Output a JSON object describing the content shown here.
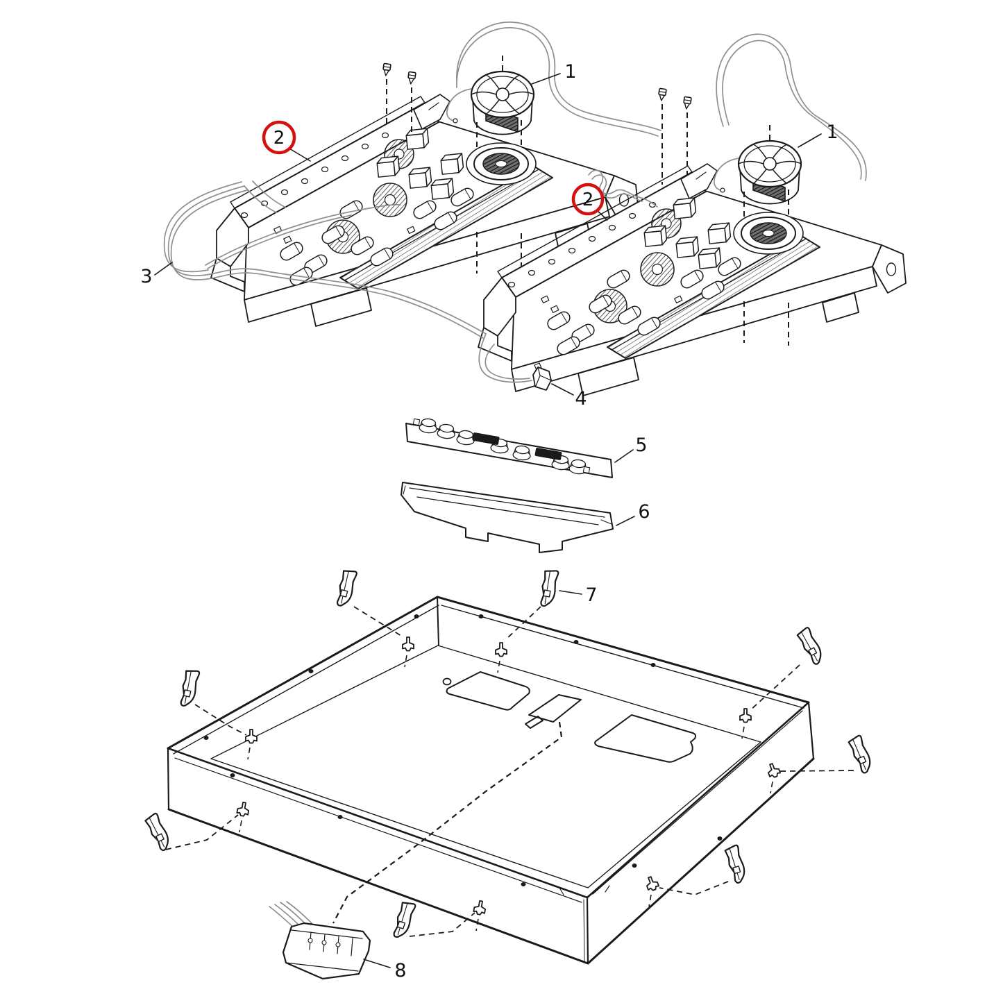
{
  "diagram": {
    "colors": {
      "background": "#ffffff",
      "ink": "#1a1a1a",
      "wire": "#8f8f8f",
      "highlight": "#d41111"
    },
    "callouts": {
      "fan": "1",
      "generator_module": "2",
      "wiring_harness": "3",
      "connector": "4",
      "control_board": "5",
      "control_board_cover": "6",
      "fixing_clip": "7",
      "terminal_block": "8"
    }
  }
}
